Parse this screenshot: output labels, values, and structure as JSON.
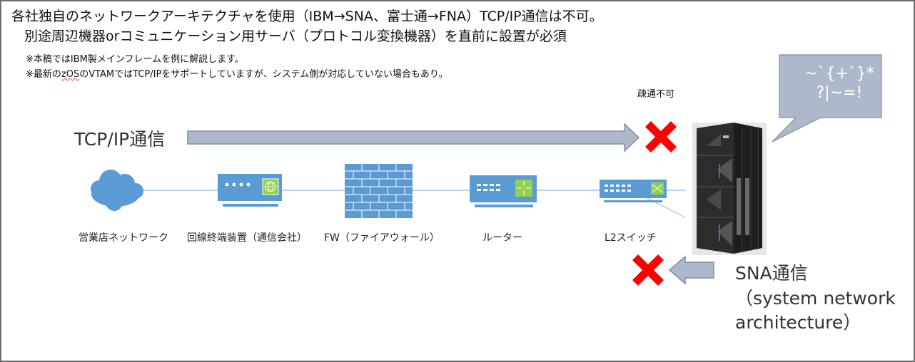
{
  "header": {
    "line1": "各社独自のネットワークアーキテクチャを使用（IBM→SNA、富士通→FNA）TCP/IP通信は不可。",
    "line2": "別途周辺機器orコミュニケーション用サーバ（プロトコル変換機器）を直前に設置が必須"
  },
  "notes": {
    "note1": "※本稿ではIBM製メインフレームを例に解説します。",
    "note2_prefix": "※最新の",
    "note2_flagged": "zOS",
    "note2_suffix": "のVTAMではTCP/IPをサポートしていますが、システム側が対応していない場合もあり。"
  },
  "tcp": {
    "label": "TCP/IP通信",
    "blocked_label": "疎通不可",
    "arrow_direction": "right",
    "status": "blocked"
  },
  "sna": {
    "label": "SNA通信",
    "sub_line1": "（system network",
    "sub_line2": "architecture）",
    "arrow_direction": "left",
    "status": "blocked"
  },
  "speech_bubble": {
    "text": "~`{+`}*\n?|~=!"
  },
  "devices": [
    {
      "id": "branch-network",
      "label": "営業店ネットワーク",
      "icon": "cloud-icon"
    },
    {
      "id": "line-terminal",
      "label": "回線終端装置（通信会社）",
      "icon": "modem-icon"
    },
    {
      "id": "firewall",
      "label": "FW（ファイアウォール）",
      "icon": "firewall-icon"
    },
    {
      "id": "router",
      "label": "ルーター",
      "icon": "router-icon"
    },
    {
      "id": "l2-switch",
      "label": "L2スイッチ",
      "icon": "switch-icon"
    },
    {
      "id": "mainframe",
      "label": "",
      "icon": "ibm-mainframe-icon"
    }
  ],
  "colors": {
    "device_blue": "#5b9bd5",
    "device_green": "#92d050",
    "arrow_fill": "#adb9ca",
    "arrow_stroke": "#7f8fa4",
    "cross_red": "#ff0000",
    "bubble_fill": "#adb9ca",
    "link_line": "#9dc3e6"
  }
}
